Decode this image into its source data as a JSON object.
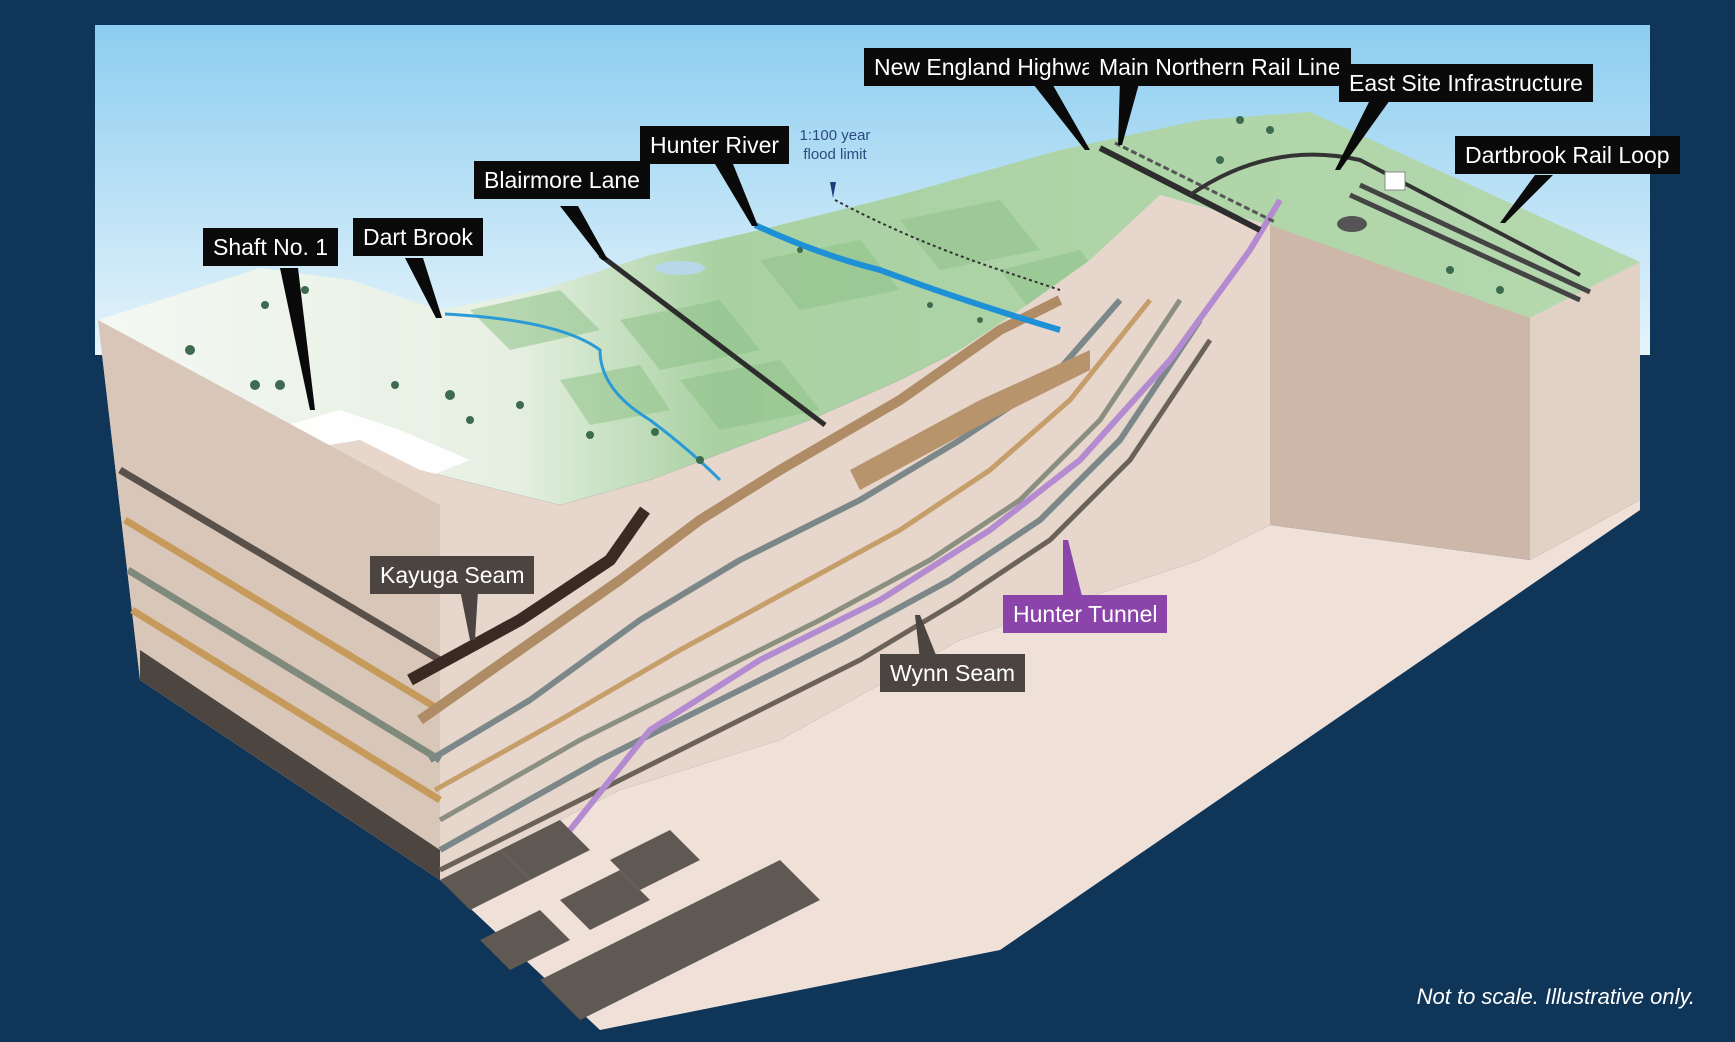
{
  "labels": {
    "shaft_no_1": "Shaft No. 1",
    "dart_brook": "Dart Brook",
    "blairmore_lane": "Blairmore Lane",
    "hunter_river": "Hunter River",
    "flood_limit_line1": "1:100 year",
    "flood_limit_line2": "flood limit",
    "new_england_highway": "New England Highway",
    "main_northern_rail_line": "Main Northern Rail Line",
    "east_site_infrastructure": "East Site Infrastructure",
    "dartbrook_rail_loop": "Dartbrook Rail Loop",
    "kayuga_seam": "Kayuga Seam",
    "hunter_tunnel": "Hunter Tunnel",
    "wynn_seam": "Wynn Seam"
  },
  "disclaimer": "Not to scale. Illustrative only.",
  "colors": {
    "background": "#0f3558",
    "sky": "#9fd3f2",
    "earth": "#e3d3c8",
    "earth_shadow": "#cdb9ab",
    "pit_floor": "#ecdcd2",
    "land_green": "#a9d2a5",
    "land_white": "#f2f7f0",
    "river": "#2a9bd7",
    "seam_dark": "#3b2c26",
    "seam_brown": "#a98a68",
    "seam_tan": "#c9a878",
    "seam_grey": "#7e8a8c",
    "tunnel": "#b48ad0",
    "blocks": "#5f5853",
    "callout_dark": "#0a0a0a",
    "callout_grey": "#4b4440",
    "callout_purple": "#8a44aa"
  }
}
